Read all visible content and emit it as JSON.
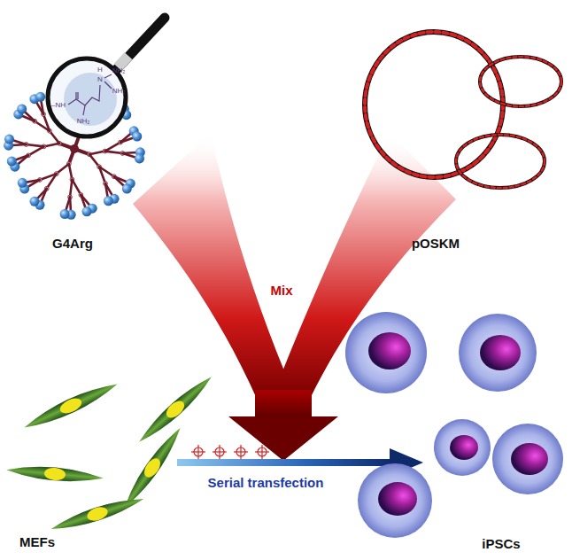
{
  "diagram": {
    "labels": [
      "G4Arg",
      "pOSKM",
      "Mix",
      "MEFs",
      "Serial transfection",
      "iPSCs",
      "H",
      "N",
      "NH₂",
      "NH₂",
      "–NH",
      "NH₂"
    ]
  }
}
